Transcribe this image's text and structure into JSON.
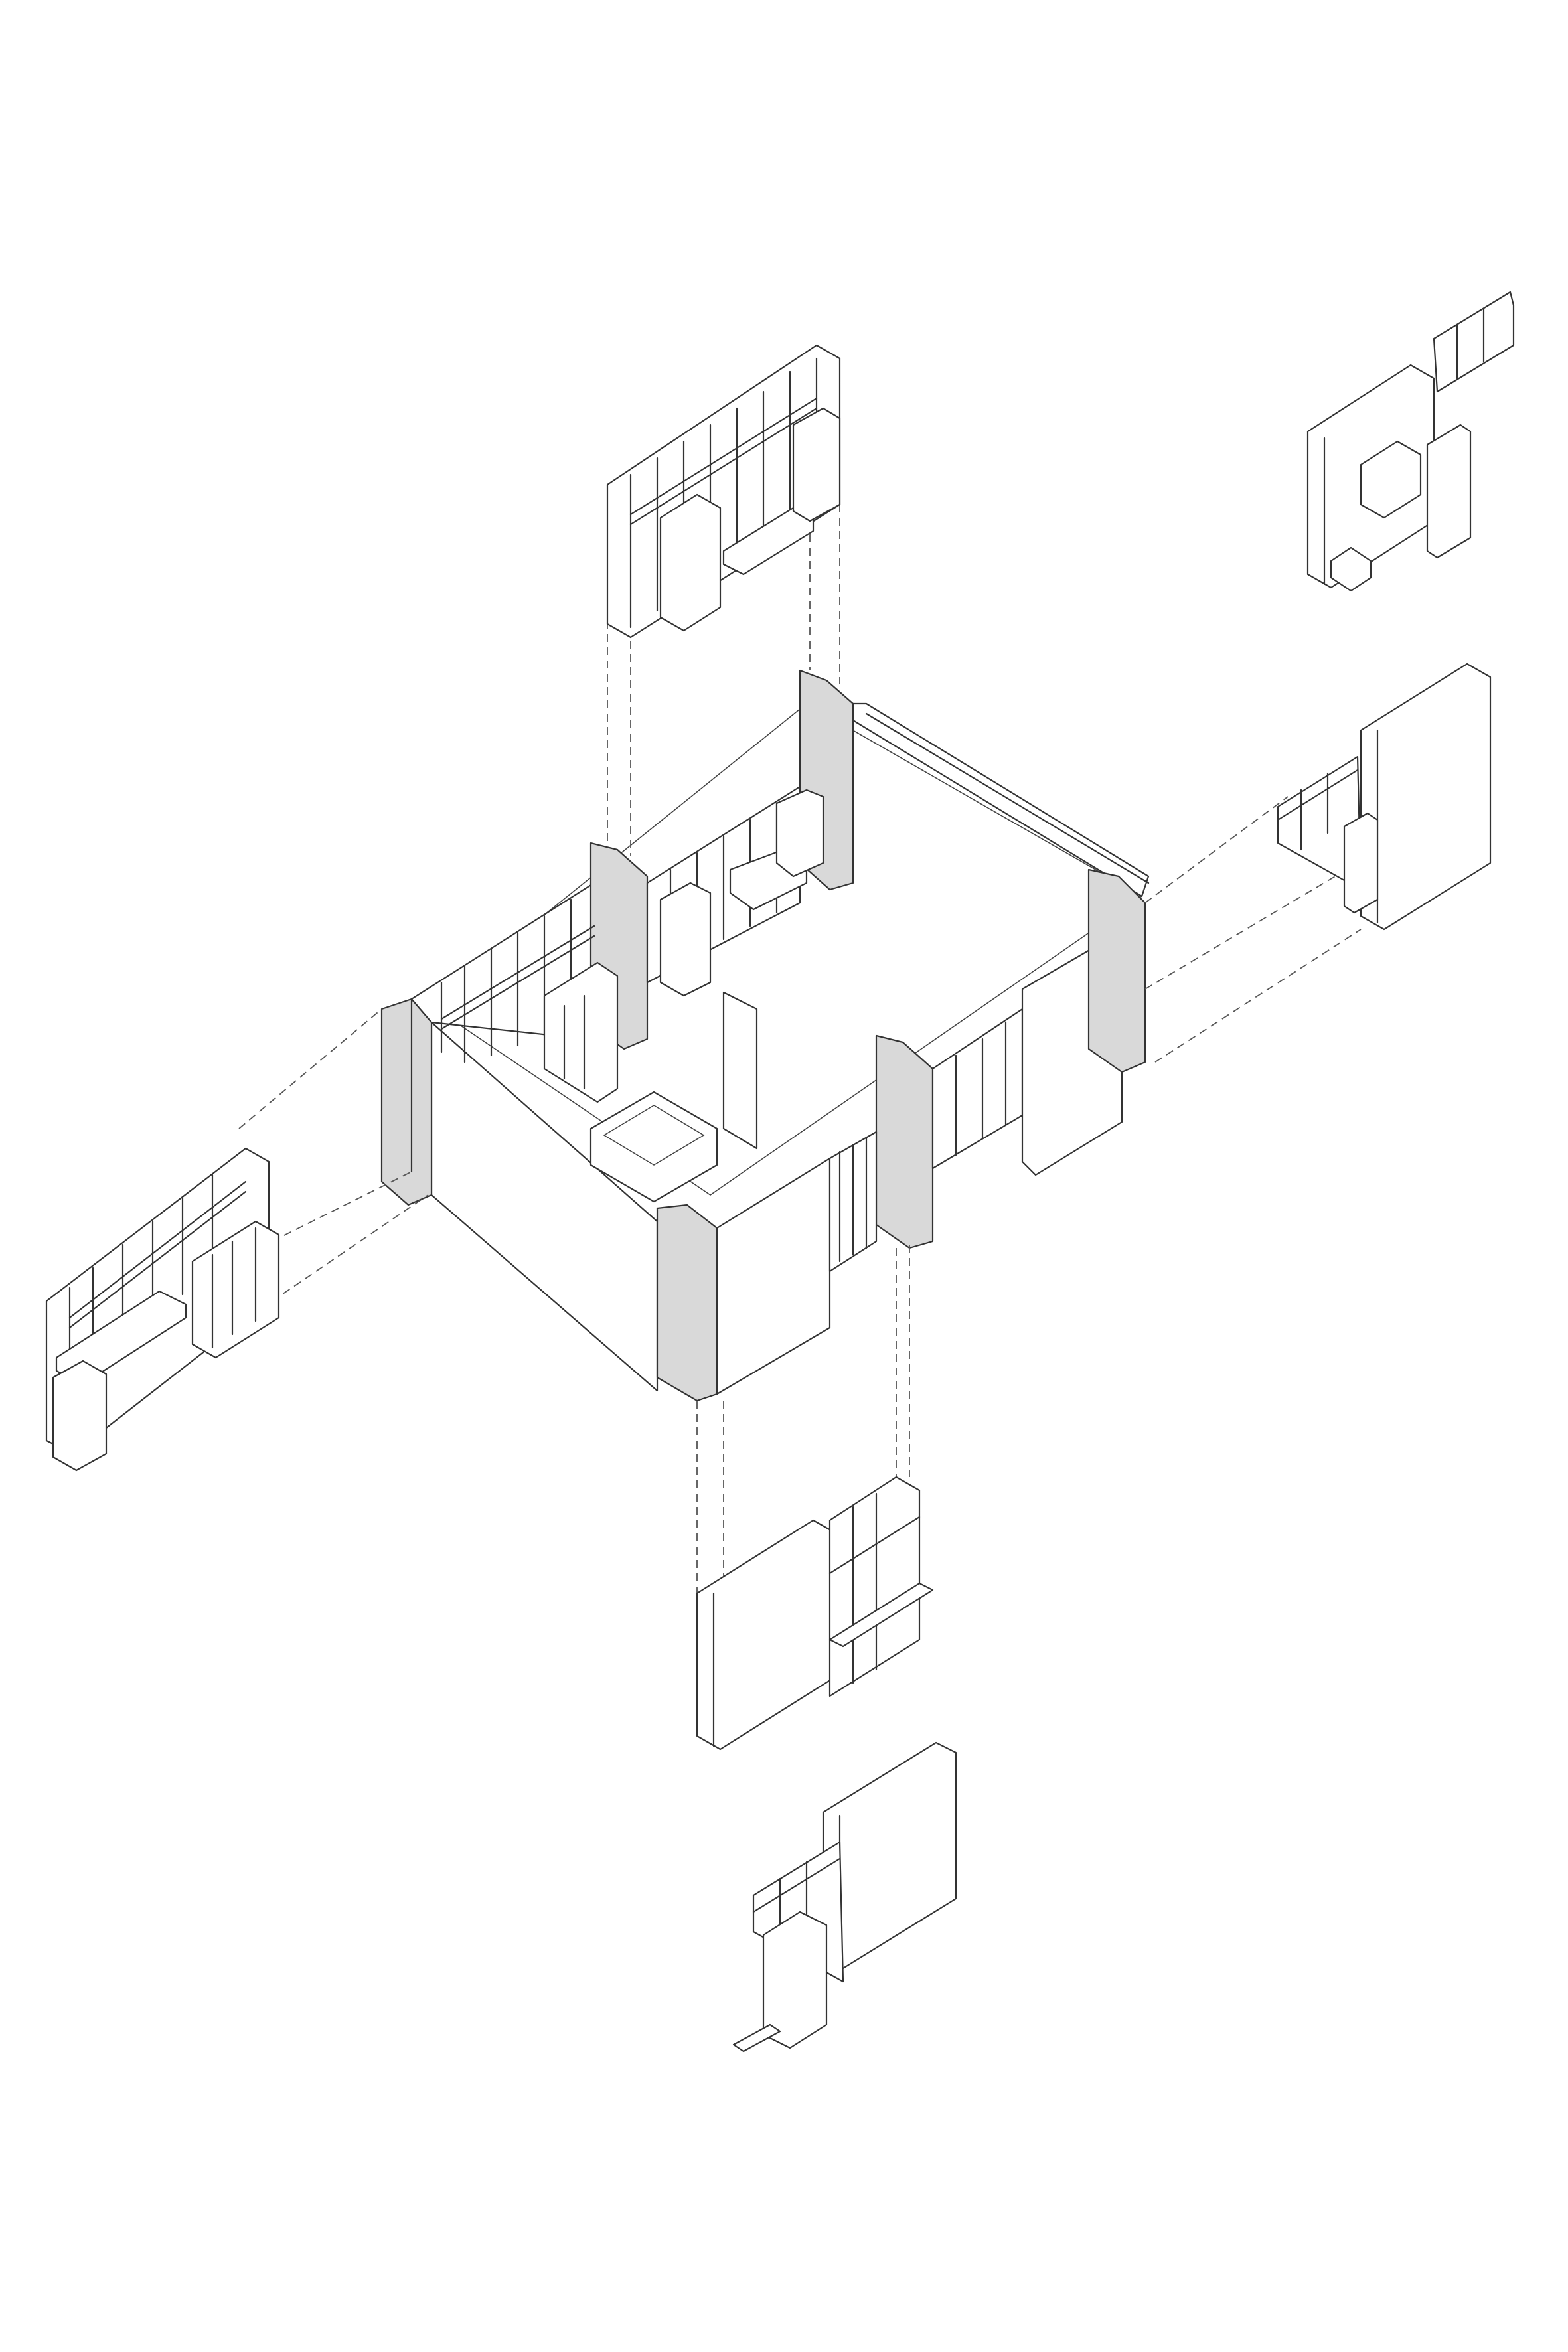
{
  "drawing": {
    "kind": "exploded axonometric line drawing",
    "colors": {
      "background": "#ffffff",
      "line": "#333333",
      "cut_wall_fill": "#d9d9d9"
    },
    "parts": [
      "central-room",
      "north-wall-panel",
      "west-wall-panel",
      "south-wall-panel",
      "east-wall-panel",
      "corner-detail-top-right",
      "corner-detail-bottom"
    ]
  }
}
